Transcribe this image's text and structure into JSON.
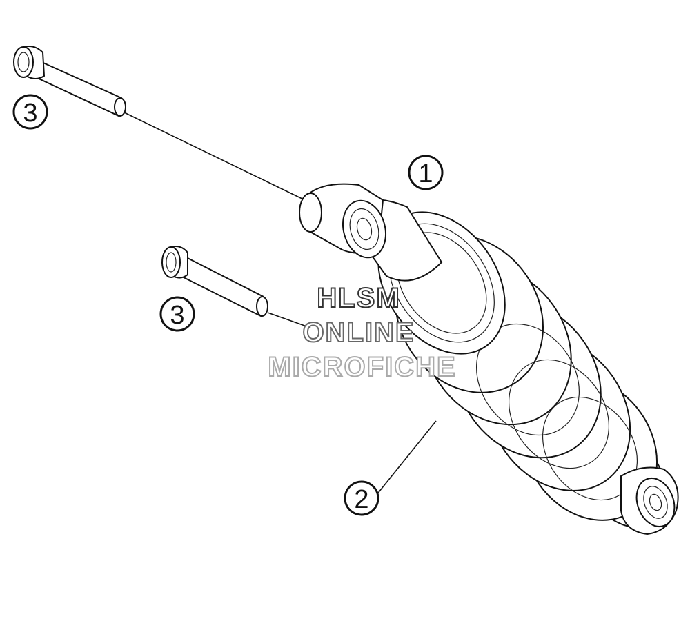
{
  "callouts": [
    {
      "id": "part-1",
      "label": "1"
    },
    {
      "id": "part-2",
      "label": "2"
    },
    {
      "id": "part-3a",
      "label": "3"
    },
    {
      "id": "part-3b",
      "label": "3"
    }
  ],
  "watermark": {
    "line1": "HLSM",
    "line2": "ONLINE",
    "line3": "MICROFICHE",
    "colors": [
      "#333333",
      "#666666",
      "#aaaaaa"
    ]
  }
}
